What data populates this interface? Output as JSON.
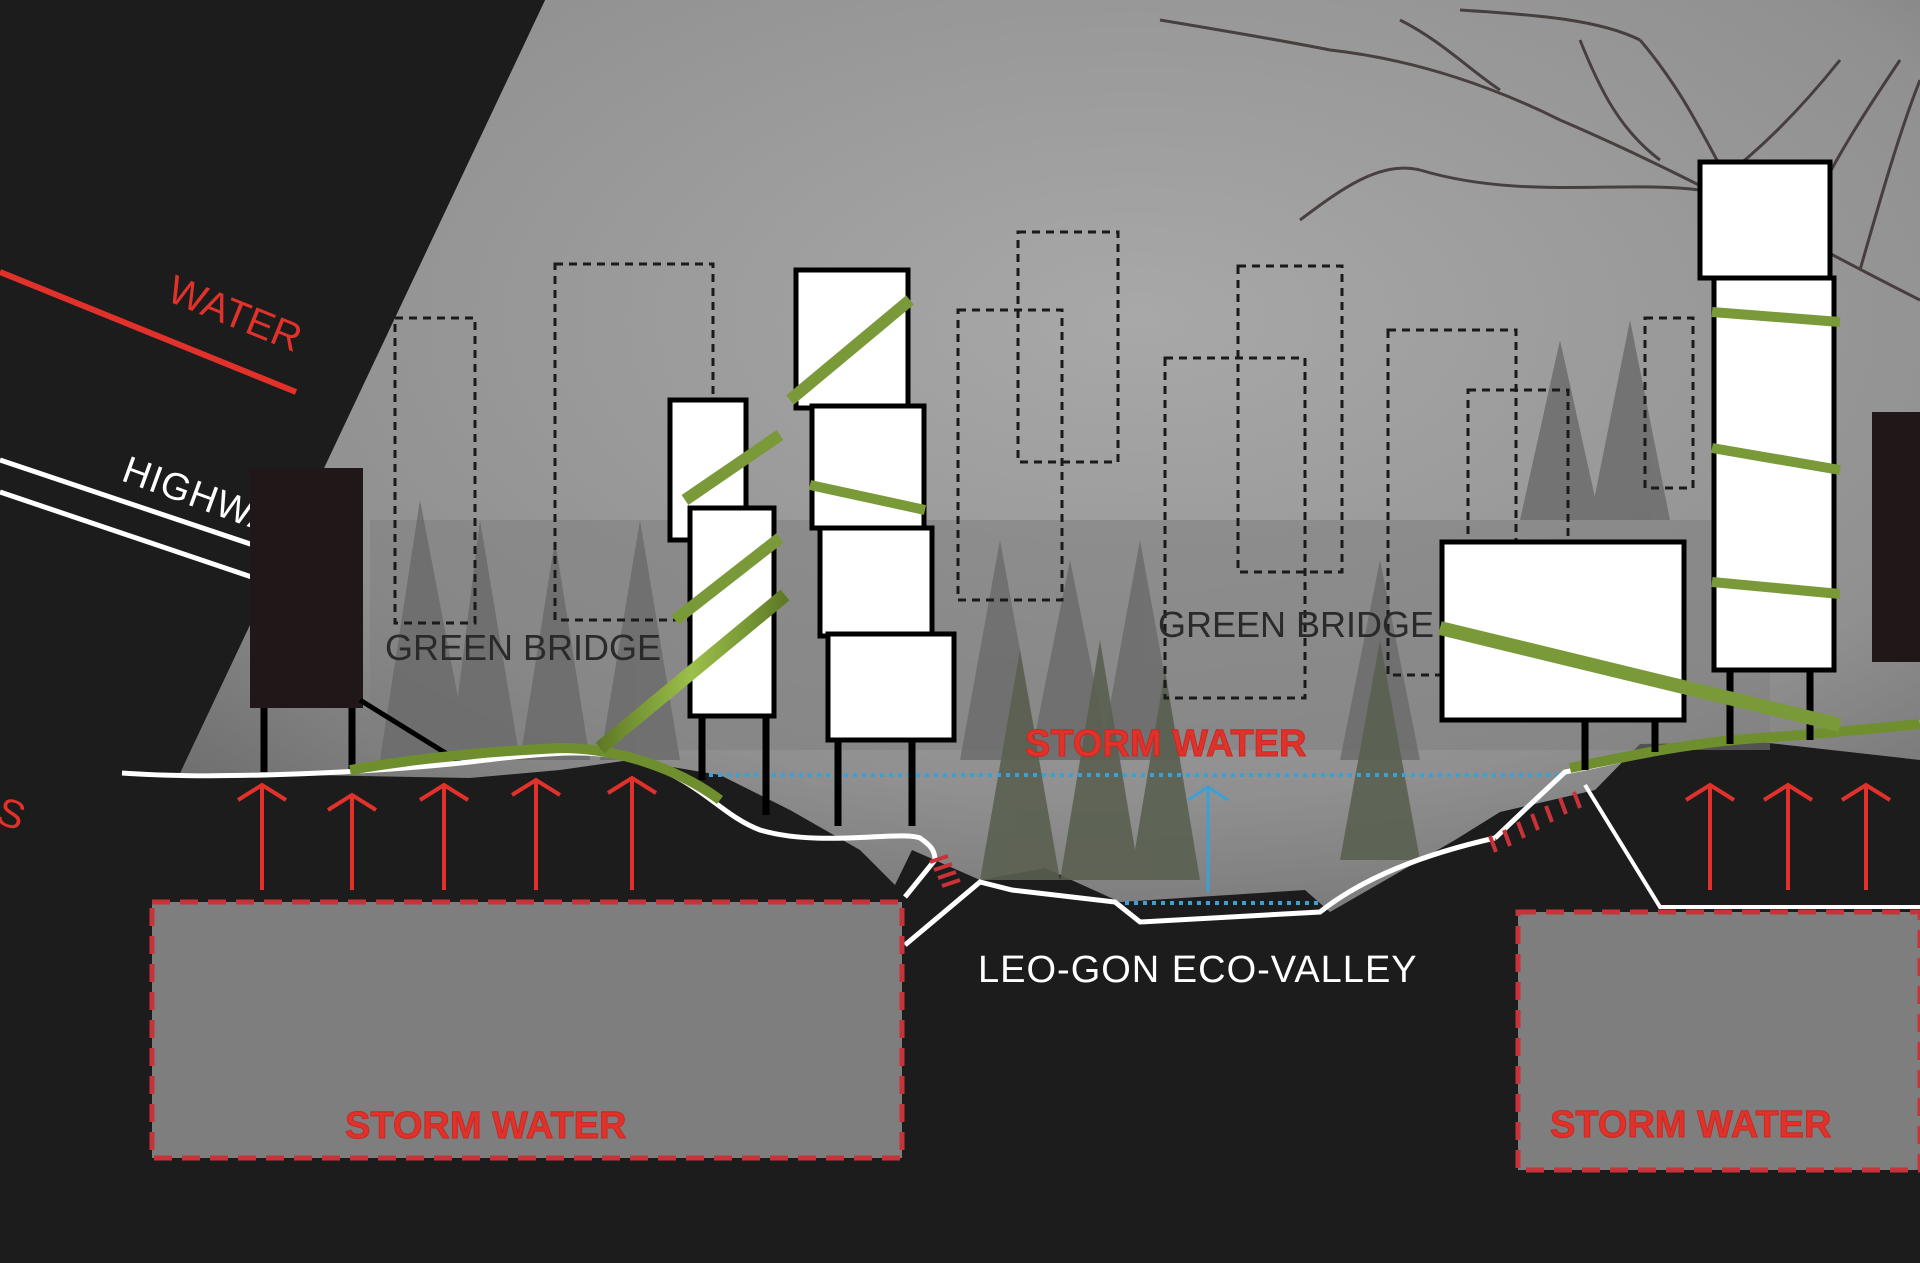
{
  "labels": {
    "water": "WATER",
    "highway": "HIGHWAY",
    "green_bridge_left": "GREEN BRIDGE",
    "green_bridge_right": "GREEN BRIDGE",
    "storm_water_center": "STORM WATER",
    "storm_water_left": "STORM WATER",
    "storm_water_right": "STORM WATER",
    "valley": "LEO-GON ECO-VALLEY",
    "edge_fragment": "S"
  },
  "colors": {
    "storm_red": "#e0312b",
    "water_blue": "#3aa0d8",
    "ground": "#1c1c1c",
    "sky": "#9a9a9a",
    "grass": "#7a9a3a"
  }
}
